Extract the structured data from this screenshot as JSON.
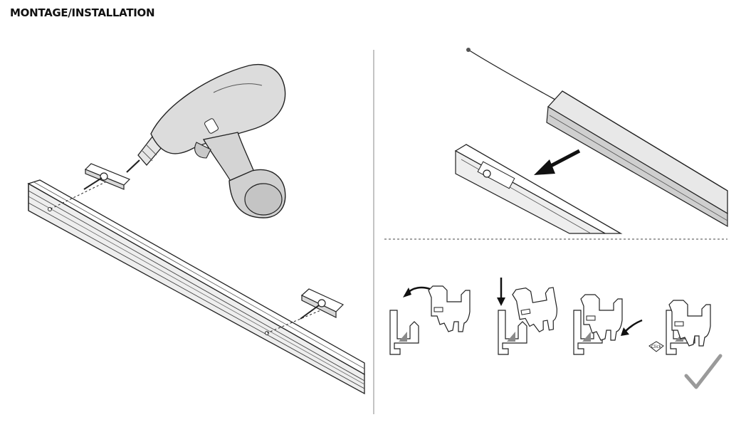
{
  "header": {
    "title": "MONTAGE/INSTALLATION"
  },
  "steps": [
    {
      "id": "drill-screws"
    },
    {
      "id": "slide-profile"
    },
    {
      "id": "snap-profile-1"
    },
    {
      "id": "snap-profile-2"
    },
    {
      "id": "snap-profile-3"
    },
    {
      "id": "snap-profile-4"
    }
  ],
  "labels": {
    "click": "Click"
  },
  "colors": {
    "ink": "#222222",
    "rail": "#e9e9e9",
    "drill": "#dcdcdc",
    "check": "#9a9a9a",
    "divider": "#8a8a8a"
  },
  "icons": [
    "drill-icon",
    "screw-icon",
    "arrow-icon",
    "checkmark-icon"
  ]
}
